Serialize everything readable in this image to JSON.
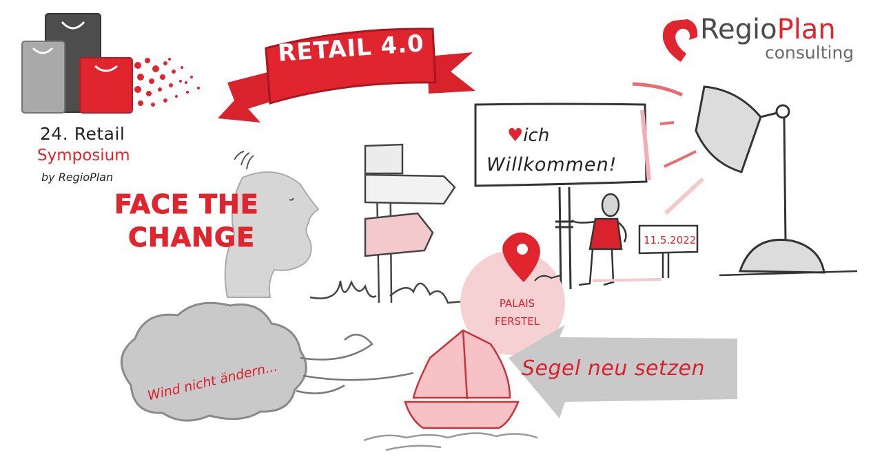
{
  "event": {
    "number": "24. Retail",
    "name": "Symposium",
    "by": "by RegioPlan"
  },
  "banner": {
    "text": "RETAIL 4.0"
  },
  "logo": {
    "regio": "Regio",
    "plan": "Plan",
    "consulting": "consulting"
  },
  "slogan": {
    "line1": "FACE THE",
    "line2": "CHANGE"
  },
  "welcome_sign": {
    "word1_rest": "ich",
    "word2": "Willkommen!"
  },
  "date_sign": {
    "text": "11.5.2022"
  },
  "location": {
    "line1": "PALAIS",
    "line2": "FERSTEL"
  },
  "arrow_text": "Segel neu setzen",
  "wind_text": "Wind nicht ändern...",
  "colors": {
    "accent": "#e0252f",
    "light_red": "#f4c9cb",
    "gray": "#c9c9c9",
    "dark_gray": "#555555"
  }
}
